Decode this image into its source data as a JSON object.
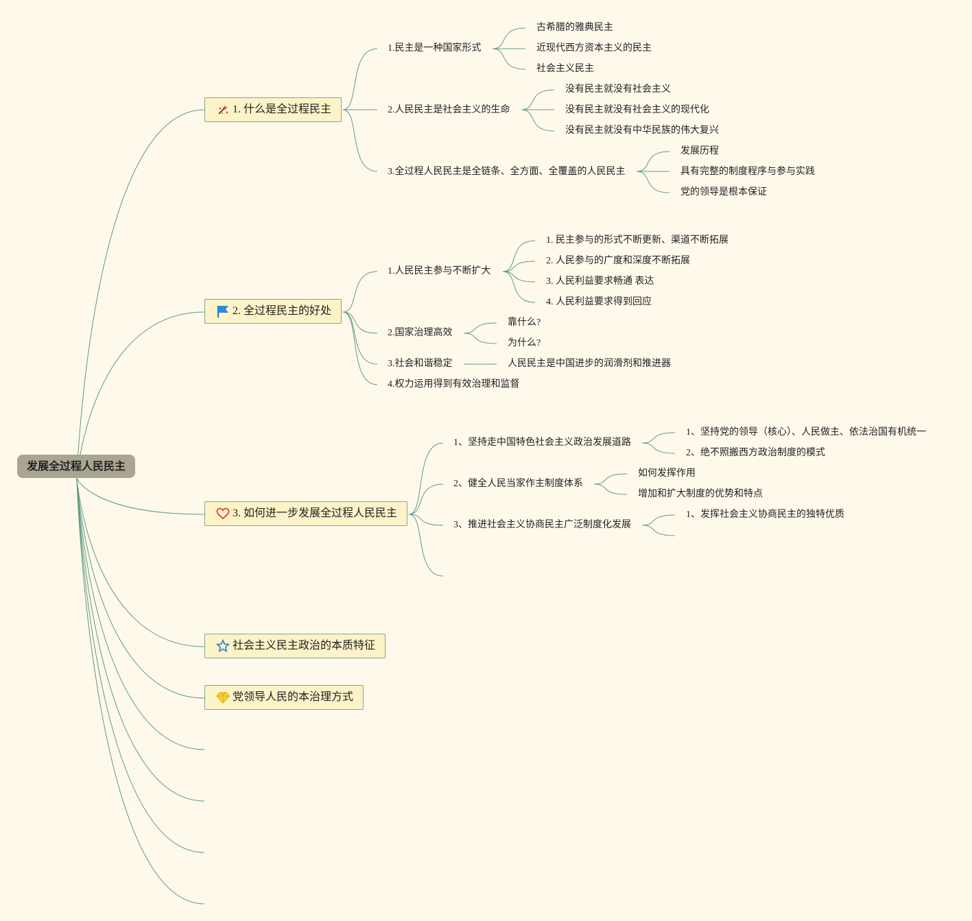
{
  "root": {
    "label": "发展全过程人民民主"
  },
  "colors": {
    "link": "#5f9a80",
    "main_fill": "#fdf3c8",
    "root_fill": "#aaa592",
    "background": "#fff9ec"
  },
  "topics": [
    {
      "icon": "sparkle-wand-icon",
      "label": "1. 什么是全过程民主",
      "children": [
        {
          "label": "1.民主是一种国家形式",
          "children": [
            "古希腊的雅典民主",
            "近现代西方资本主义的民主",
            "社会主义民主"
          ]
        },
        {
          "label": "2.人民民主是社会主义的生命",
          "children": [
            "没有民主就没有社会主义",
            "没有民主就没有社会主义的现代化",
            "没有民主就没有中华民族的伟大复兴"
          ]
        },
        {
          "label": "3.全过程人民民主是全链条、全方面、全覆盖的人民民主",
          "children": [
            "发展历程",
            "具有完整的制度程序与参与实践",
            "党的领导是根本保证"
          ]
        }
      ]
    },
    {
      "icon": "blue-flag-icon",
      "label": "2. 全过程民主的好处",
      "children": [
        {
          "label": "1.人民民主参与不断扩大",
          "children": [
            "1. 民主参与的形式不断更新、渠道不断拓展",
            "2. 人民参与的广度和深度不断拓展",
            "3. 人民利益要求畅通 表达",
            "4. 人民利益要求得到回应"
          ]
        },
        {
          "label": "2.国家治理高效",
          "children": [
            "靠什么?",
            "为什么?"
          ]
        },
        {
          "label": "3.社会和谐稳定",
          "children": [
            "人民民主是中国进步的润滑剂和推进器"
          ]
        },
        {
          "label": "4.权力运用得到有效治理和监督",
          "children": []
        }
      ]
    },
    {
      "icon": "heart-icon",
      "label": "3. 如何进一步发展全过程人民民主",
      "children": [
        {
          "label": "1、坚持走中国特色社会主义政治发展道路",
          "children": [
            "1、坚持党的领导（核心）、人民做主、依法治国有机统一",
            "2、绝不照搬西方政治制度的模式"
          ]
        },
        {
          "label": "2、健全人民当家作主制度体系",
          "children": [
            "如何发挥作用",
            "增加和扩大制度的优势和特点"
          ]
        },
        {
          "label": "3、推进社会主义协商民主广泛制度化发展",
          "children": [
            "1、发挥社会主义协商民主的独特优质",
            ""
          ]
        },
        {
          "label": "",
          "children": []
        }
      ]
    },
    {
      "icon": "star-icon",
      "label": "社会主义民主政治的本质特征",
      "children": []
    },
    {
      "icon": "gem-icon",
      "label": "党领导人民的本治理方式",
      "children": []
    },
    {
      "icon": "",
      "label": "",
      "children": []
    },
    {
      "icon": "",
      "label": "",
      "children": []
    },
    {
      "icon": "",
      "label": "",
      "children": []
    },
    {
      "icon": "",
      "label": "",
      "children": []
    }
  ]
}
